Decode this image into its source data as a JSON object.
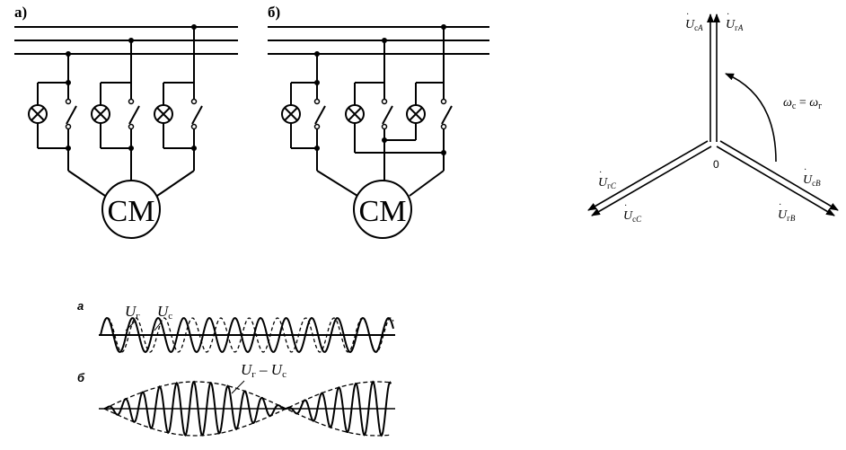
{
  "circuit_a": {
    "label": "а)",
    "machine": "СМ"
  },
  "circuit_b": {
    "label": "б)",
    "machine": "СМ"
  },
  "phasor": {
    "ucA": {
      "main": "U",
      "sub": "с",
      "phase": "A"
    },
    "ugA": {
      "main": "U",
      "sub": "г",
      "phase": "A"
    },
    "ugC": {
      "main": "U",
      "sub": "г",
      "phase": "C"
    },
    "ucC": {
      "main": "U",
      "sub": "с",
      "phase": "C"
    },
    "ucB": {
      "main": "U",
      "sub": "с",
      "phase": "B"
    },
    "ugB": {
      "main": "U",
      "sub": "г",
      "phase": "B"
    },
    "origin": "0",
    "relation": {
      "w1": "ω",
      "s1": "с",
      "eq": " = ",
      "w2": "ω",
      "s2": "г"
    }
  },
  "waves": {
    "a_label": "а",
    "b_label": "б",
    "ug": {
      "main": "U",
      "sub": "г"
    },
    "uc": {
      "main": "U",
      "sub": "с"
    },
    "diff": {
      "main1": "U",
      "sub1": "г",
      "op": " – ",
      "main2": "U",
      "sub2": "с"
    }
  }
}
